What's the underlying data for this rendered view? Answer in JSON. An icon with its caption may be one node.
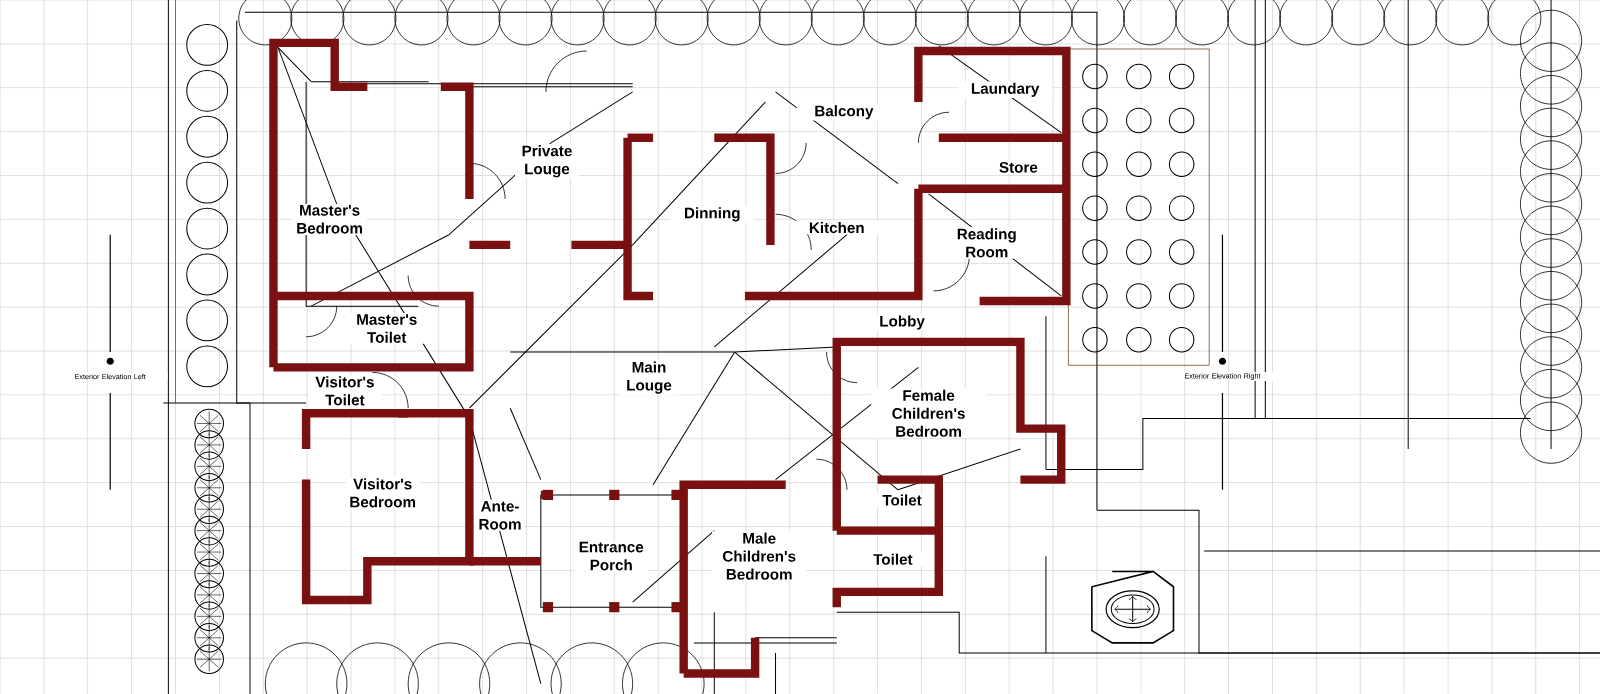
{
  "diagram": {
    "labels": [
      "Laundary",
      "Balcony",
      "Private Louge",
      "Store",
      "Master's Bedroom",
      "Dinning",
      "Kitchen",
      "Reading Room",
      "Lobby",
      "Master's Toilet",
      "Main Louge",
      "Visitor's Toilet",
      "Exterior Elevation Left",
      "Exterior Elevation Right",
      "Female Children's Bedroom",
      "Visitor's Bedroom",
      "Toilet",
      "Ante-Room",
      "Entrance Porch",
      "Male Children's Bedroom",
      "Toilet"
    ]
  }
}
